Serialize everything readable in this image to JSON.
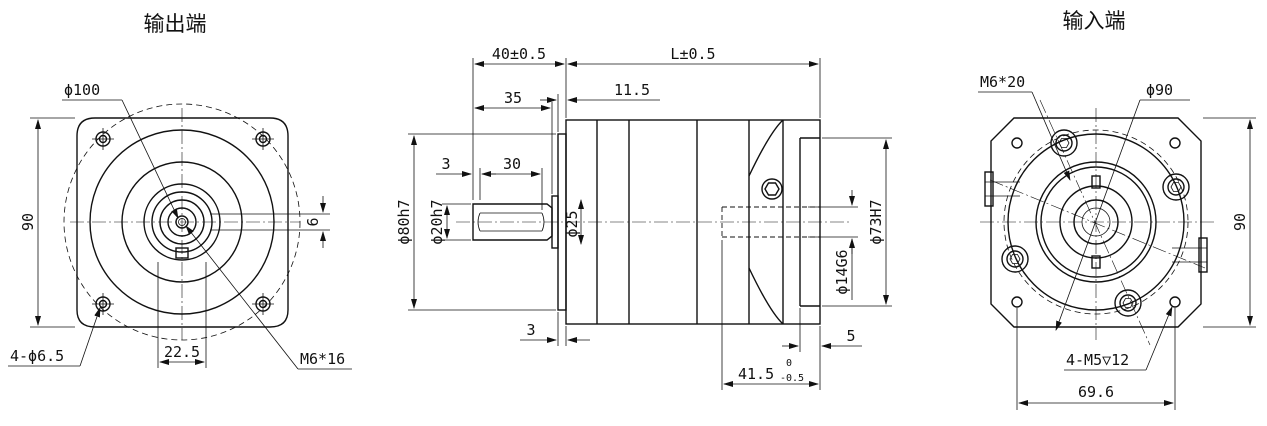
{
  "titles": {
    "output_end": "输出端",
    "input_end": "输入端"
  },
  "output_view": {
    "dia_pcd": "ϕ100",
    "height": "90",
    "key_width": "6",
    "mount_holes": "4-ϕ6.5",
    "key_offset": "22.5",
    "center_thread": "M6*16"
  },
  "side_view": {
    "flange_len": "40±0.5",
    "body_len": "L±0.5",
    "shaft_len": "35",
    "flange_thk": "11.5",
    "shaft_step": "3",
    "key_len": "30",
    "pilot_dia": "ϕ80h7",
    "shaft_dia": "ϕ20h7",
    "hub_dia": "ϕ25",
    "bottom_gap": "3",
    "input_bore": "ϕ14G6",
    "input_pilot": "ϕ73H7",
    "input_len": "41.5",
    "input_len_tol_upper": "0",
    "input_len_tol_lower": "-0.5",
    "input_step": "5"
  },
  "input_view": {
    "top_thread": "M6*20",
    "pcd": "ϕ90",
    "height": "90",
    "holes": "4-M5▽12",
    "hole_spacing": "69.6"
  },
  "colors": {
    "line": "#111111",
    "background": "#ffffff"
  }
}
